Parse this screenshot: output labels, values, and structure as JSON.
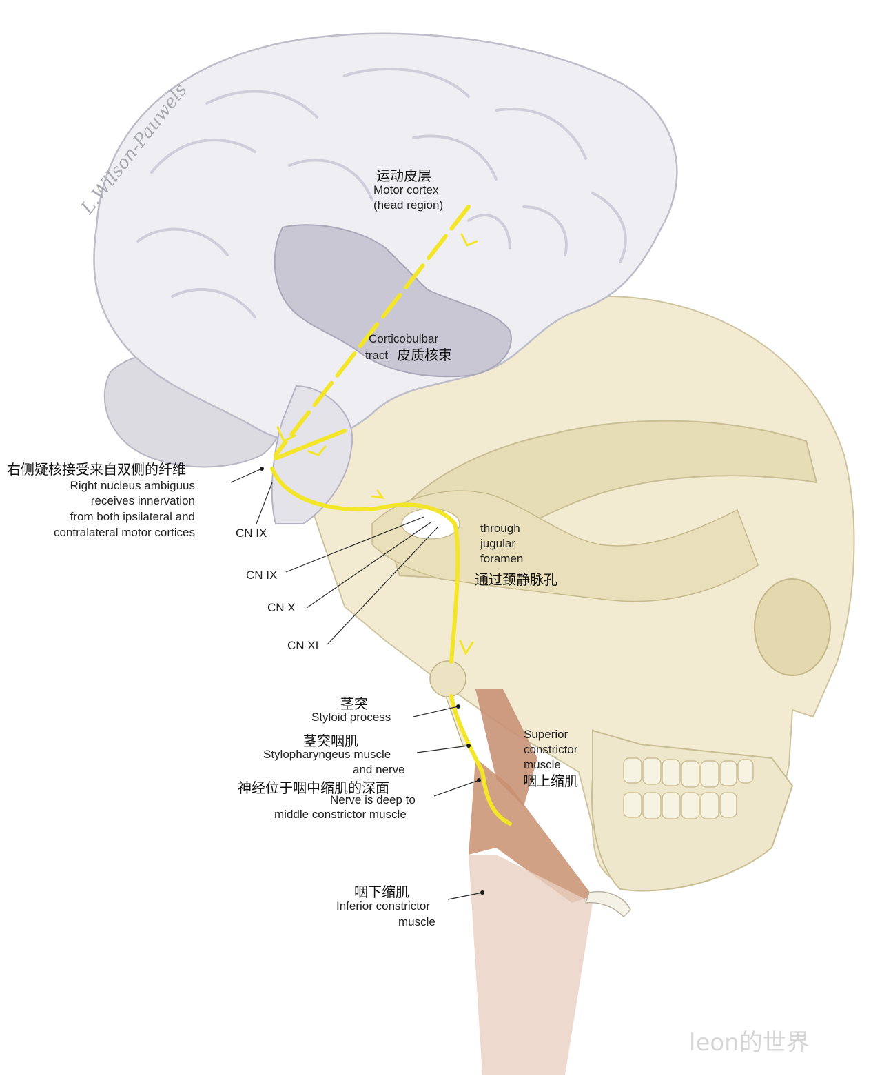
{
  "labels": {
    "motor_cortex_zh": "运动皮层",
    "motor_cortex_en_1": "Motor cortex",
    "motor_cortex_en_2": "(head region)",
    "corticobulbar_en_1": "Corticobulbar",
    "corticobulbar_en_2": "tract",
    "corticobulbar_zh": "皮质核束",
    "nucleus_zh": "右侧疑核接受来自双侧的纤维",
    "nucleus_en_1": "Right nucleus ambiguus",
    "nucleus_en_2": "receives innervation",
    "nucleus_en_3": "from both ipsilateral and",
    "nucleus_en_4": "contralateral motor cortices",
    "cn_ix_upper": "CN IX",
    "cn_ix": "CN IX",
    "cn_x": "CN X",
    "cn_xi": "CN XI",
    "jugular_en_1": "through",
    "jugular_en_2": "jugular",
    "jugular_en_3": "foramen",
    "jugular_zh": "通过颈静脉孔",
    "styloid_zh": "茎突",
    "styloid_en": "Styloid process",
    "stylopharyngeus_zh": "茎突咽肌",
    "stylopharyngeus_en_1": "Stylopharyngeus muscle",
    "stylopharyngeus_en_2": "and nerve",
    "deep_zh": "神经位于咽中缩肌的深面",
    "deep_en_1": "Nerve is deep to",
    "deep_en_2": "middle constrictor muscle",
    "superior_en_1": "Superior",
    "superior_en_2": "constrictor",
    "superior_en_3": "muscle",
    "superior_zh": "咽上缩肌",
    "inferior_zh": "咽下缩肌",
    "inferior_en_1": "Inferior constrictor",
    "inferior_en_2": "muscle"
  },
  "signature": "L.Wilson-Pauwels",
  "watermark": "leon的世界",
  "colors": {
    "nerve": "#f3e629",
    "brain": "#ededf2",
    "brain_shadow": "#c9c7d3",
    "skull": "#f1ead0",
    "skull_shadow": "#d9cfa6",
    "muscle": "#c9977c"
  }
}
